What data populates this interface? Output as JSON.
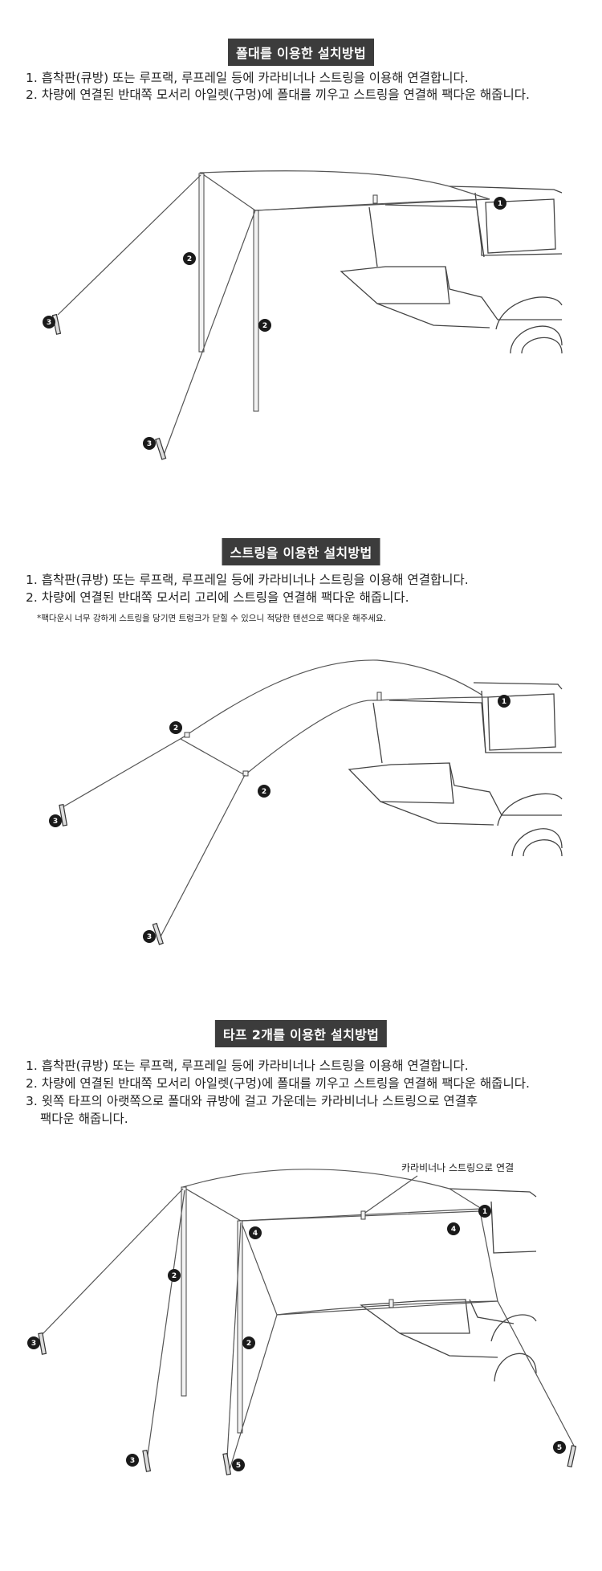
{
  "sections": [
    {
      "title": "폴대를 이용한 설치방법",
      "steps": [
        "1. 흡착판(큐방) 또는 루프랙, 루프레일 등에 카라비너나 스트링을 이용해 연결합니다.",
        "2. 차량에 연결된 반대쪽 모서리 아일렛(구멍)에 폴대를 끼우고 스트링을 연결해 팩다운 해줍니다."
      ]
    },
    {
      "title": "스트링을 이용한 설치방법",
      "steps": [
        "1. 흡착판(큐방) 또는 루프랙, 루프레일 등에 카라비너나 스트링을 이용해 연결합니다.",
        "2. 차량에 연결된 반대쪽 모서리 고리에 스트링을 연결해 팩다운 해줍니다."
      ],
      "note": "*팩다운시 너무 강하게 스트링을 당기면 트렁크가 닫힐 수 있으니 적당한 텐션으로 팩다운 해주세요."
    },
    {
      "title": "타프 2개를 이용한 설치방법",
      "steps": [
        "1. 흡착판(큐방) 또는 루프랙, 루프레일 등에 카라비너나 스트링을 이용해 연결합니다.",
        "2. 차량에 연결된 반대쪽 모서리 아일렛(구멍)에 폴대를 끼우고 스트링을 연결해 팩다운 해줍니다.",
        "3. 윗쪽 타프의 아랫쪽으로 폴대와 큐방에 걸고 가운데는 카라비너나 스트링으로 연결후",
        "팩다운 해줍니다."
      ],
      "callout": "카라비너나 스트링으로 연결"
    }
  ],
  "badges": [
    "1",
    "2",
    "3",
    "4",
    "5"
  ]
}
